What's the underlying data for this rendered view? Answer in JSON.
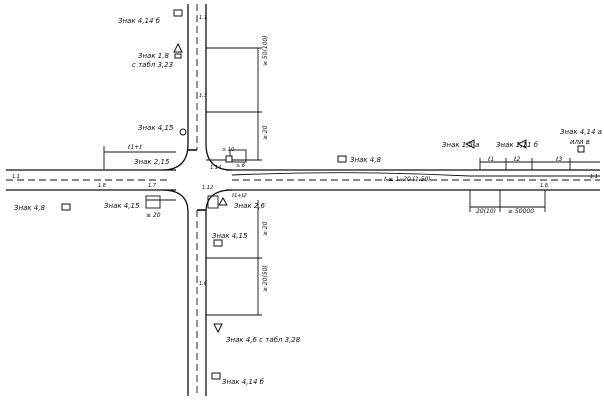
{
  "signs": {
    "s4_14b_top": "Знак 4,14 б",
    "s1_8": "Знак 1,8",
    "s1_8_tab": "с табл 3,23",
    "s4_15_top": "Знак 4,15",
    "s2_15": "Знак 2,15",
    "s4_8_right": "Знак 4,8",
    "s2_6": "Знак 2,6",
    "s4_8_left": "Знак 4,8",
    "s4_15_left": "Знак 4,15",
    "s4_15_bottom": "Знак 4,15",
    "s1_5a": "Знак 1,5 а",
    "s1_11b": "Знак 1,11 б",
    "s4_14a": "Знак 4,14 а",
    "s4_14a_or": "или в",
    "s4_6_tab": "Знак 4,6 с табл 3,28",
    "s4_14b_bottom": "Знак 4,14 б"
  },
  "dims": {
    "top_dist": "≥ 50(100)",
    "top_20": "≥ 20",
    "left_20": "≥ 20",
    "bottom_20": "≥ 20",
    "bottom_dist": "≥ 20(50)",
    "right_block": "20(10)",
    "right_50000": "≥ 50000",
    "taper": "ℓ ≤ 1: 20 (1:50)",
    "l_small": "ℓ1+ℓ",
    "l1": "ℓ1",
    "l2": "ℓ2",
    "l3": "ℓ3",
    "b_a": "ℓ1+ℓ2",
    "ten": "≥ 10",
    "c6": "≥ 6"
  },
  "marks": {
    "m11_left": "1.1",
    "m11_right": "1.1",
    "m18a": "1.8",
    "m18b": "1.8",
    "m17": "1.7",
    "m112": "1.12",
    "m14": "1.14",
    "m11v": "1.1",
    "m13": "1.3",
    "m16": "1.6"
  }
}
